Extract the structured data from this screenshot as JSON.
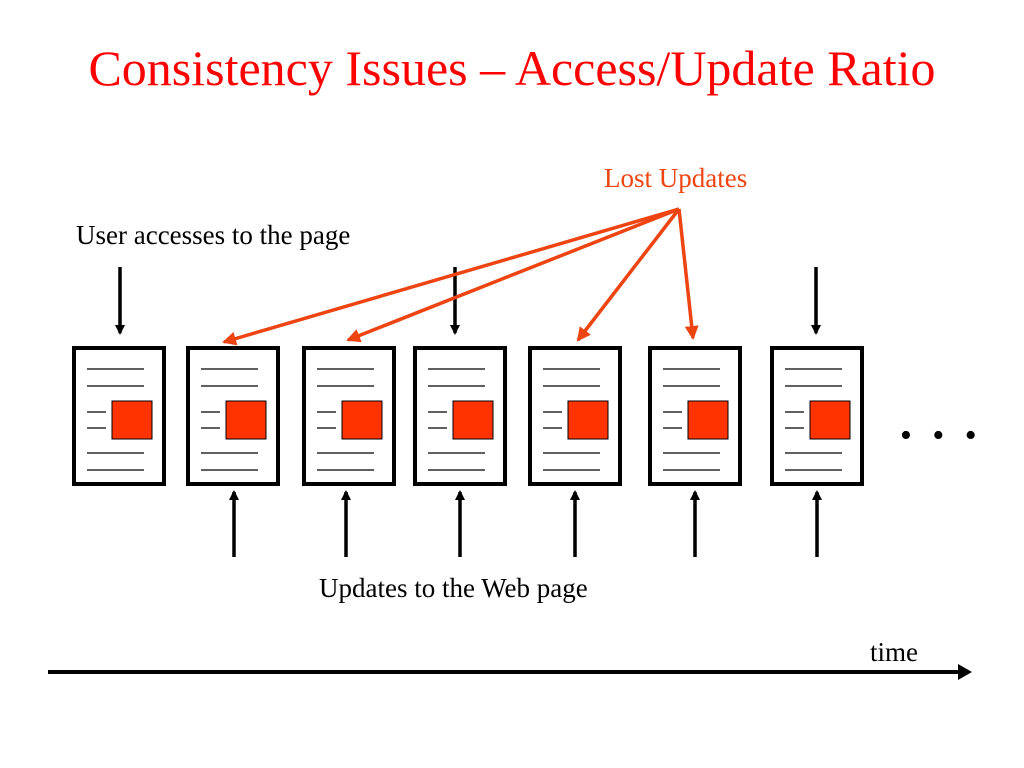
{
  "slide": {
    "title": "Consistency Issues – Access/Update Ratio",
    "title_color": "#ff0000"
  },
  "labels": {
    "lost_updates": "Lost Updates",
    "user_accesses": "User accesses to the page",
    "updates": "Updates to the Web page",
    "time": "time",
    "ellipsis": "• • •"
  },
  "colors": {
    "accent": "#ee4411",
    "block": "#ff3300",
    "ink": "#000000"
  },
  "timeline": {
    "page_count": 7,
    "access_arrows_at_pages": [
      0,
      3,
      6
    ],
    "update_arrows_at_pages": [
      1,
      2,
      3,
      4,
      5,
      6
    ],
    "lost_update_pages": [
      1,
      2,
      4,
      5
    ]
  }
}
